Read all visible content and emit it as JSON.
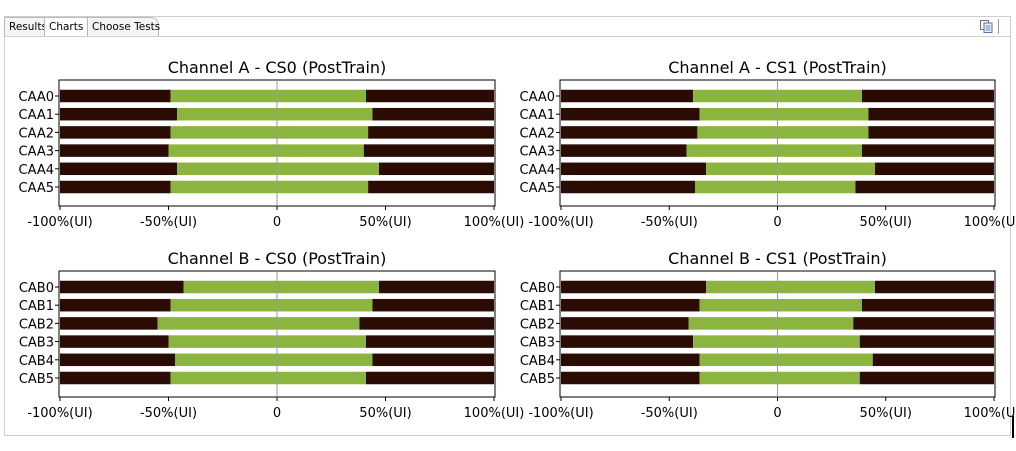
{
  "tabs": [
    {
      "label": "Results",
      "selected": false
    },
    {
      "label": "Charts",
      "selected": true
    },
    {
      "label": "Choose Tests",
      "selected": false
    }
  ],
  "toolbar": {
    "icon": "copy-icon"
  },
  "colors": {
    "fail": "#2a0c05",
    "pass": "#8cb53f",
    "center_line": "#9a9a9a"
  },
  "chart_data": [
    {
      "type": "bar",
      "title": "Channel A - CS0 (PostTrain)",
      "categories": [
        "CAA0",
        "CAA1",
        "CAA2",
        "CAA3",
        "CAA4",
        "CAA5"
      ],
      "pass_range": [
        [
          -49,
          41
        ],
        [
          -46,
          44
        ],
        [
          -49,
          42
        ],
        [
          -50,
          40
        ],
        [
          -46,
          47
        ],
        [
          -49,
          42
        ]
      ],
      "xlim": [
        -100,
        100
      ],
      "xticks": [
        "-100%(UI)",
        "-50%(UI)",
        "0",
        "50%(UI)",
        "100%(UI)"
      ]
    },
    {
      "type": "bar",
      "title": "Channel A - CS1 (PostTrain)",
      "categories": [
        "CAA0",
        "CAA1",
        "CAA2",
        "CAA3",
        "CAA4",
        "CAA5"
      ],
      "pass_range": [
        [
          -39,
          39
        ],
        [
          -36,
          42
        ],
        [
          -37,
          42
        ],
        [
          -42,
          39
        ],
        [
          -33,
          45
        ],
        [
          -38,
          36
        ]
      ],
      "xlim": [
        -100,
        100
      ],
      "xticks": [
        "-100%(UI)",
        "-50%(UI)",
        "0",
        "50%(UI)",
        "100%(UI)"
      ]
    },
    {
      "type": "bar",
      "title": "Channel B - CS0 (PostTrain)",
      "categories": [
        "CAB0",
        "CAB1",
        "CAB2",
        "CAB3",
        "CAB4",
        "CAB5"
      ],
      "pass_range": [
        [
          -43,
          47
        ],
        [
          -49,
          44
        ],
        [
          -55,
          38
        ],
        [
          -50,
          41
        ],
        [
          -47,
          44
        ],
        [
          -49,
          41
        ]
      ],
      "xlim": [
        -100,
        100
      ],
      "xticks": [
        "-100%(UI)",
        "-50%(UI)",
        "0",
        "50%(UI)",
        "100%(UI)"
      ]
    },
    {
      "type": "bar",
      "title": "Channel B - CS1 (PostTrain)",
      "categories": [
        "CAB0",
        "CAB1",
        "CAB2",
        "CAB3",
        "CAB4",
        "CAB5"
      ],
      "pass_range": [
        [
          -33,
          45
        ],
        [
          -36,
          39
        ],
        [
          -41,
          35
        ],
        [
          -39,
          38
        ],
        [
          -36,
          44
        ],
        [
          -36,
          38
        ]
      ],
      "xlim": [
        -100,
        100
      ],
      "xticks": [
        "-100%(UI)",
        "-50%(UI)",
        "0",
        "50%(UI)",
        "100%(UI)"
      ]
    }
  ]
}
